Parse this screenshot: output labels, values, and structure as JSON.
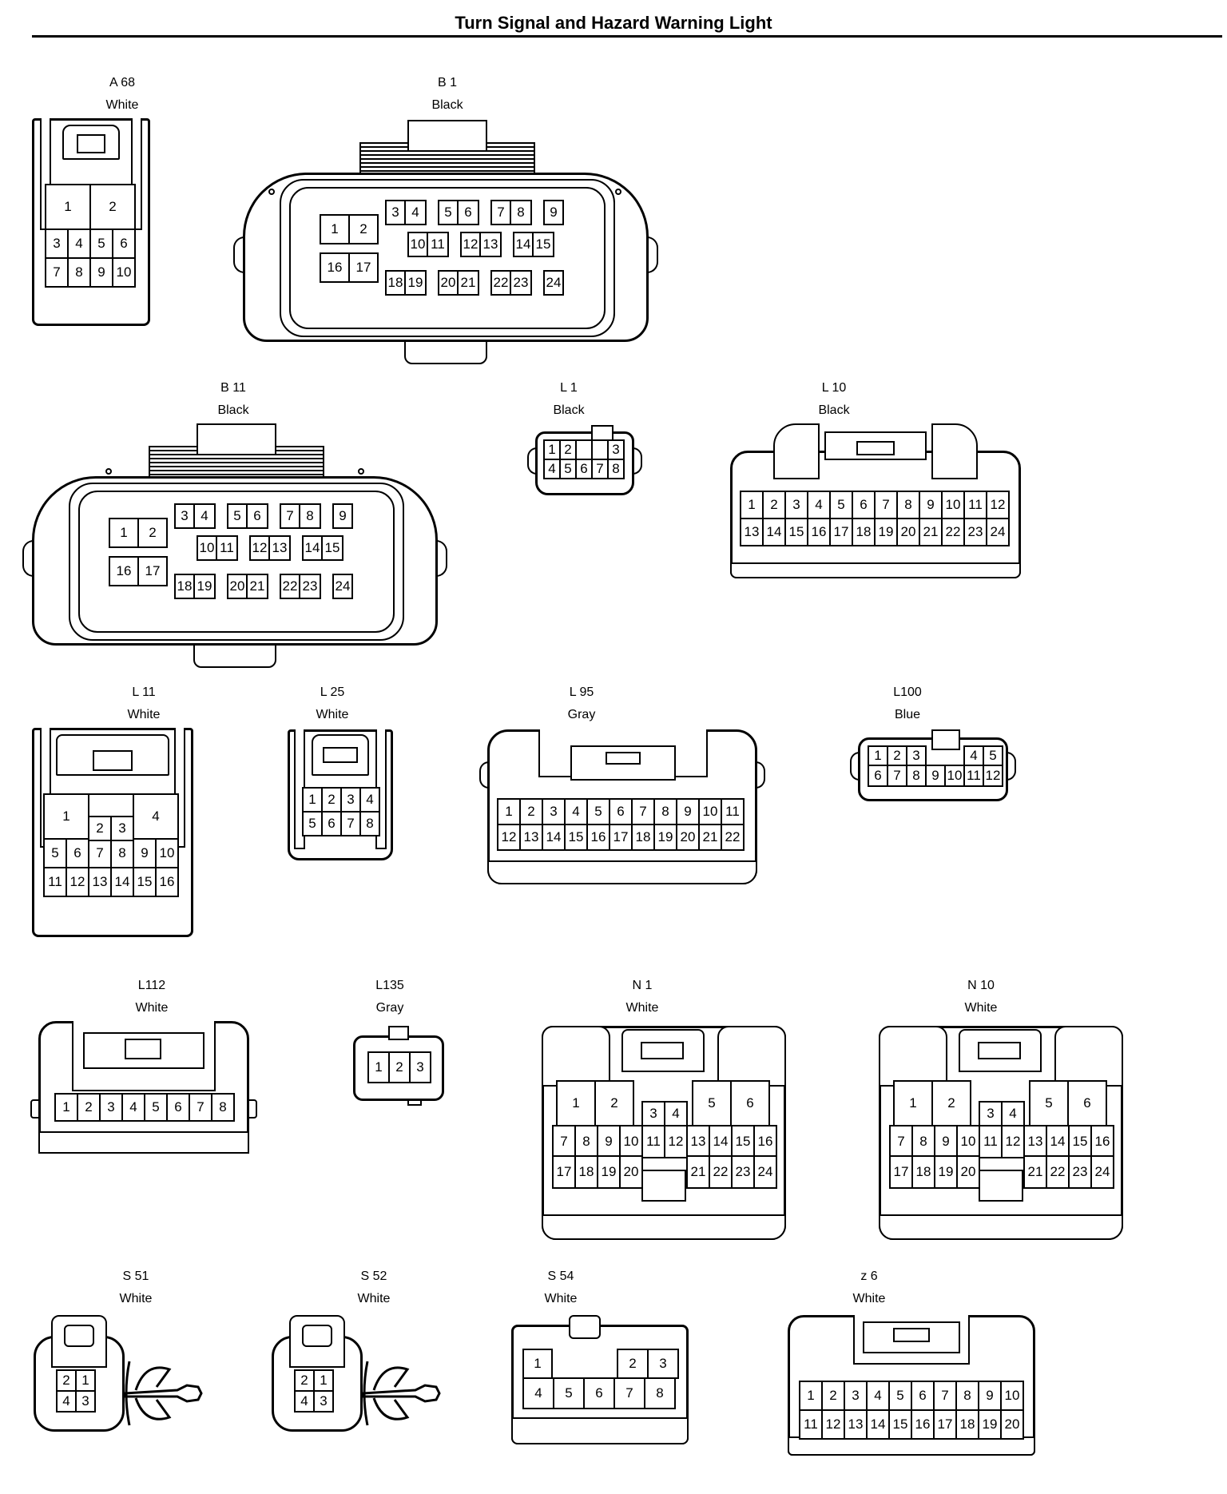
{
  "title": "Turn Signal and Hazard Warning Light",
  "connectors": {
    "a68": {
      "code": "A 68",
      "color": "White"
    },
    "b1": {
      "code": "B 1",
      "color": "Black"
    },
    "b11": {
      "code": "B 11",
      "color": "Black"
    },
    "l1": {
      "code": "L 1",
      "color": "Black"
    },
    "l10": {
      "code": "L 10",
      "color": "Black"
    },
    "l11": {
      "code": "L 11",
      "color": "White"
    },
    "l25": {
      "code": "L 25",
      "color": "White"
    },
    "l95": {
      "code": "L 95",
      "color": "Gray"
    },
    "l100": {
      "code": "L100",
      "color": "Blue"
    },
    "l112": {
      "code": "L112",
      "color": "White"
    },
    "l135": {
      "code": "L135",
      "color": "Gray"
    },
    "n1": {
      "code": "N 1",
      "color": "White"
    },
    "n10": {
      "code": "N 10",
      "color": "White"
    },
    "s51": {
      "code": "S 51",
      "color": "White"
    },
    "s52": {
      "code": "S 52",
      "color": "White"
    },
    "s54": {
      "code": "S 54",
      "color": "White"
    },
    "z6": {
      "code": "z 6",
      "color": "White"
    }
  },
  "pins": {
    "a68_top": [
      "1",
      "2"
    ],
    "a68_r1": [
      "3",
      "4",
      "5",
      "6"
    ],
    "a68_r2": [
      "7",
      "8",
      "9",
      "10"
    ],
    "b_left_top": [
      "1",
      "2"
    ],
    "b_left_bot": [
      "16",
      "17"
    ],
    "b_r1": [
      "3",
      "4",
      "",
      "5",
      "6",
      "",
      "7",
      "8",
      "",
      "9"
    ],
    "b_r2": [
      "10",
      "11",
      "",
      "12",
      "13",
      "",
      "14",
      "15"
    ],
    "b_r3": [
      "18",
      "19",
      "",
      "20",
      "21",
      "",
      "22",
      "23",
      "",
      "24"
    ],
    "l1_r1": [
      "1",
      "2",
      "",
      "",
      "3"
    ],
    "l1_r2": [
      "4",
      "5",
      "6",
      "7",
      "8"
    ],
    "l10_r1": [
      "1",
      "2",
      "3",
      "4",
      "5",
      "6",
      "7",
      "8",
      "9",
      "10",
      "11",
      "12"
    ],
    "l10_r2": [
      "13",
      "14",
      "15",
      "16",
      "17",
      "18",
      "19",
      "20",
      "21",
      "22",
      "23",
      "24"
    ],
    "l11_big": [
      "1",
      "4"
    ],
    "l11_mid": [
      "2",
      "3"
    ],
    "l11_r1": [
      "5",
      "6",
      "7",
      "8",
      "9",
      "10"
    ],
    "l11_r2": [
      "11",
      "12",
      "13",
      "14",
      "15",
      "16"
    ],
    "l25_r1": [
      "1",
      "2",
      "3",
      "4"
    ],
    "l25_r2": [
      "5",
      "6",
      "7",
      "8"
    ],
    "l95_r1": [
      "1",
      "2",
      "3",
      "4",
      "5",
      "6",
      "7",
      "8",
      "9",
      "10",
      "11"
    ],
    "l95_r2": [
      "12",
      "13",
      "14",
      "15",
      "16",
      "17",
      "18",
      "19",
      "20",
      "21",
      "22"
    ],
    "l100_r1a": [
      "1",
      "2",
      "3"
    ],
    "l100_r1b": [
      "4",
      "5"
    ],
    "l100_r2": [
      "6",
      "7",
      "8",
      "9",
      "10",
      "11",
      "12"
    ],
    "l112_r": [
      "1",
      "2",
      "3",
      "4",
      "5",
      "6",
      "7",
      "8"
    ],
    "l135_r": [
      "1",
      "2",
      "3"
    ],
    "n_top_l": [
      "1",
      "2"
    ],
    "n_top_r": [
      "5",
      "6"
    ],
    "n_mid": [
      "3",
      "4"
    ],
    "n_r1": [
      "7",
      "8",
      "9",
      "10",
      "11",
      "12",
      "13",
      "14",
      "15",
      "16"
    ],
    "n_r2a": [
      "17",
      "18",
      "19",
      "20"
    ],
    "n_r2b": [
      "21",
      "22",
      "23",
      "24"
    ],
    "s5x_r1": [
      "2",
      "1"
    ],
    "s5x_r2": [
      "4",
      "3"
    ],
    "s54_r1a": [
      "1"
    ],
    "s54_r1b": [
      "2",
      "3"
    ],
    "s54_r2": [
      "4",
      "5",
      "6",
      "7",
      "8"
    ],
    "z6_r1": [
      "1",
      "2",
      "3",
      "4",
      "5",
      "6",
      "7",
      "8",
      "9",
      "10"
    ],
    "z6_r2": [
      "11",
      "12",
      "13",
      "14",
      "15",
      "16",
      "17",
      "18",
      "19",
      "20"
    ]
  }
}
